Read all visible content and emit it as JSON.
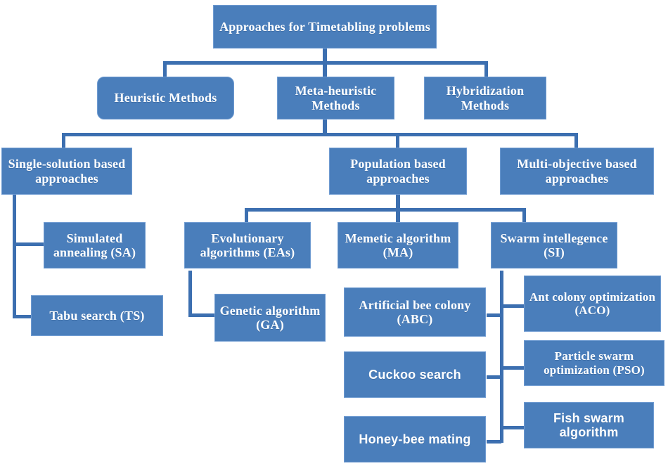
{
  "diagram": {
    "title": "Approaches for Timetabling problems",
    "type": "tree-hierarchy",
    "accent_color": "#4a7ebb",
    "border_color": "#6f9bd1",
    "connector_color": "#3c6fb0",
    "text_color": "#ffffff",
    "background_color": "#ffffff",
    "nodes": {
      "root": "Approaches for Timetabling problems",
      "heuristic": "Heuristic Methods",
      "metaheuristic": "Meta-heuristic Methods",
      "hybridization": "Hybridization Methods",
      "single_solution": "Single-solution based approaches",
      "population": "Population based approaches",
      "multi_objective": "Multi-objective based approaches",
      "simulated_annealing": "Simulated annealing (SA)",
      "tabu_search": "Tabu search (TS)",
      "evolutionary": "Evolutionary algorithms (EAs)",
      "genetic": "Genetic algorithm (GA)",
      "memetic": "Memetic algorithm (MA)",
      "swarm": "Swarm intellegence (SI)",
      "artificial_bee": "Artificial bee colony (ABC)",
      "cuckoo": "Cuckoo search",
      "honey_bee": "Honey-bee mating",
      "ant_colony": "Ant colony optimization (ACO)",
      "particle_swarm": "Particle swarm optimization (PSO)",
      "fish_swarm": "Fish swarm algorithm"
    },
    "edges": [
      {
        "from": "root",
        "to": "heuristic"
      },
      {
        "from": "root",
        "to": "metaheuristic"
      },
      {
        "from": "root",
        "to": "hybridization"
      },
      {
        "from": "metaheuristic",
        "to": "single_solution"
      },
      {
        "from": "metaheuristic",
        "to": "population"
      },
      {
        "from": "metaheuristic",
        "to": "multi_objective"
      },
      {
        "from": "single_solution",
        "to": "simulated_annealing"
      },
      {
        "from": "single_solution",
        "to": "tabu_search"
      },
      {
        "from": "population",
        "to": "evolutionary"
      },
      {
        "from": "population",
        "to": "memetic"
      },
      {
        "from": "population",
        "to": "swarm"
      },
      {
        "from": "evolutionary",
        "to": "genetic"
      },
      {
        "from": "swarm",
        "to": "artificial_bee"
      },
      {
        "from": "swarm",
        "to": "cuckoo"
      },
      {
        "from": "swarm",
        "to": "honey_bee"
      },
      {
        "from": "swarm",
        "to": "ant_colony"
      },
      {
        "from": "swarm",
        "to": "particle_swarm"
      },
      {
        "from": "swarm",
        "to": "fish_swarm"
      }
    ]
  }
}
